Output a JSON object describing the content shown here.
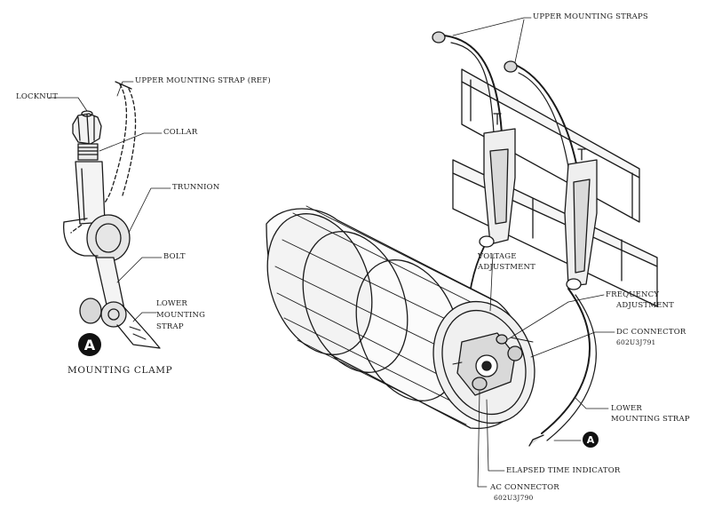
{
  "detail": {
    "badge": "A",
    "caption": "MOUNTING CLAMP",
    "labels": {
      "locknut": "LOCKNUT",
      "upper_strap_ref": "UPPER MOUNTING STRAP (REF)",
      "collar": "COLLAR",
      "trunnion": "TRUNNION",
      "bolt": "BOLT",
      "lower_strap_1": "LOWER",
      "lower_strap_2": "MOUNTING",
      "lower_strap_3": "STRAP"
    }
  },
  "main": {
    "badge": "A",
    "labels": {
      "upper_straps": "UPPER MOUNTING STRAPS",
      "voltage_1": "VOLTAGE",
      "voltage_2": "ADJUSTMENT",
      "frequency_1": "FREQUENCY",
      "frequency_2": "ADJUSTMENT",
      "dc_connector": "DC CONNECTOR",
      "dc_part": "602U3J791",
      "lower_strap_1": "LOWER",
      "lower_strap_2": "MOUNTING STRAP",
      "elapsed_time": "ELAPSED TIME INDICATOR",
      "ac_connector": "AC CONNECTOR",
      "ac_part": "602U3J790"
    }
  },
  "colors": {
    "ink": "#1a1a1a",
    "paper": "#ffffff"
  }
}
